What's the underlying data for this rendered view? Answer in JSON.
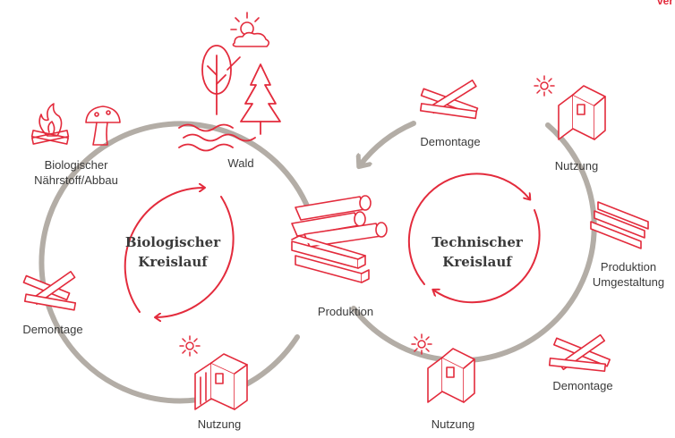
{
  "colors": {
    "accent": "#e32b3c",
    "ring": "#b3ada6",
    "text": "#3a3a3a"
  },
  "corner_text": "ver",
  "biological": {
    "title_line1": "Biologischer",
    "title_line2": "Kreislauf",
    "labels": {
      "wald": "Wald",
      "naehrstoff_line1": "Biologischer",
      "naehrstoff_line2": "Nährstoff/Abbau",
      "demontage": "Demontage",
      "nutzung": "Nutzung",
      "produktion": "Produktion"
    }
  },
  "technical": {
    "title_line1": "Technischer",
    "title_line2": "Kreislauf",
    "labels": {
      "demontage_top": "Demontage",
      "nutzung_top": "Nutzung",
      "produktion_line1": "Produktion",
      "produktion_line2": "Umgestaltung",
      "demontage_bottom": "Demontage",
      "nutzung_bottom": "Nutzung"
    }
  },
  "icons": [
    "sun-cloud-icon",
    "tree-icon",
    "water-icon",
    "fire-icon",
    "mushroom-icon",
    "logs-icon",
    "beams-icon",
    "house-icon",
    "sun-icon",
    "crossed-beams-icon"
  ]
}
